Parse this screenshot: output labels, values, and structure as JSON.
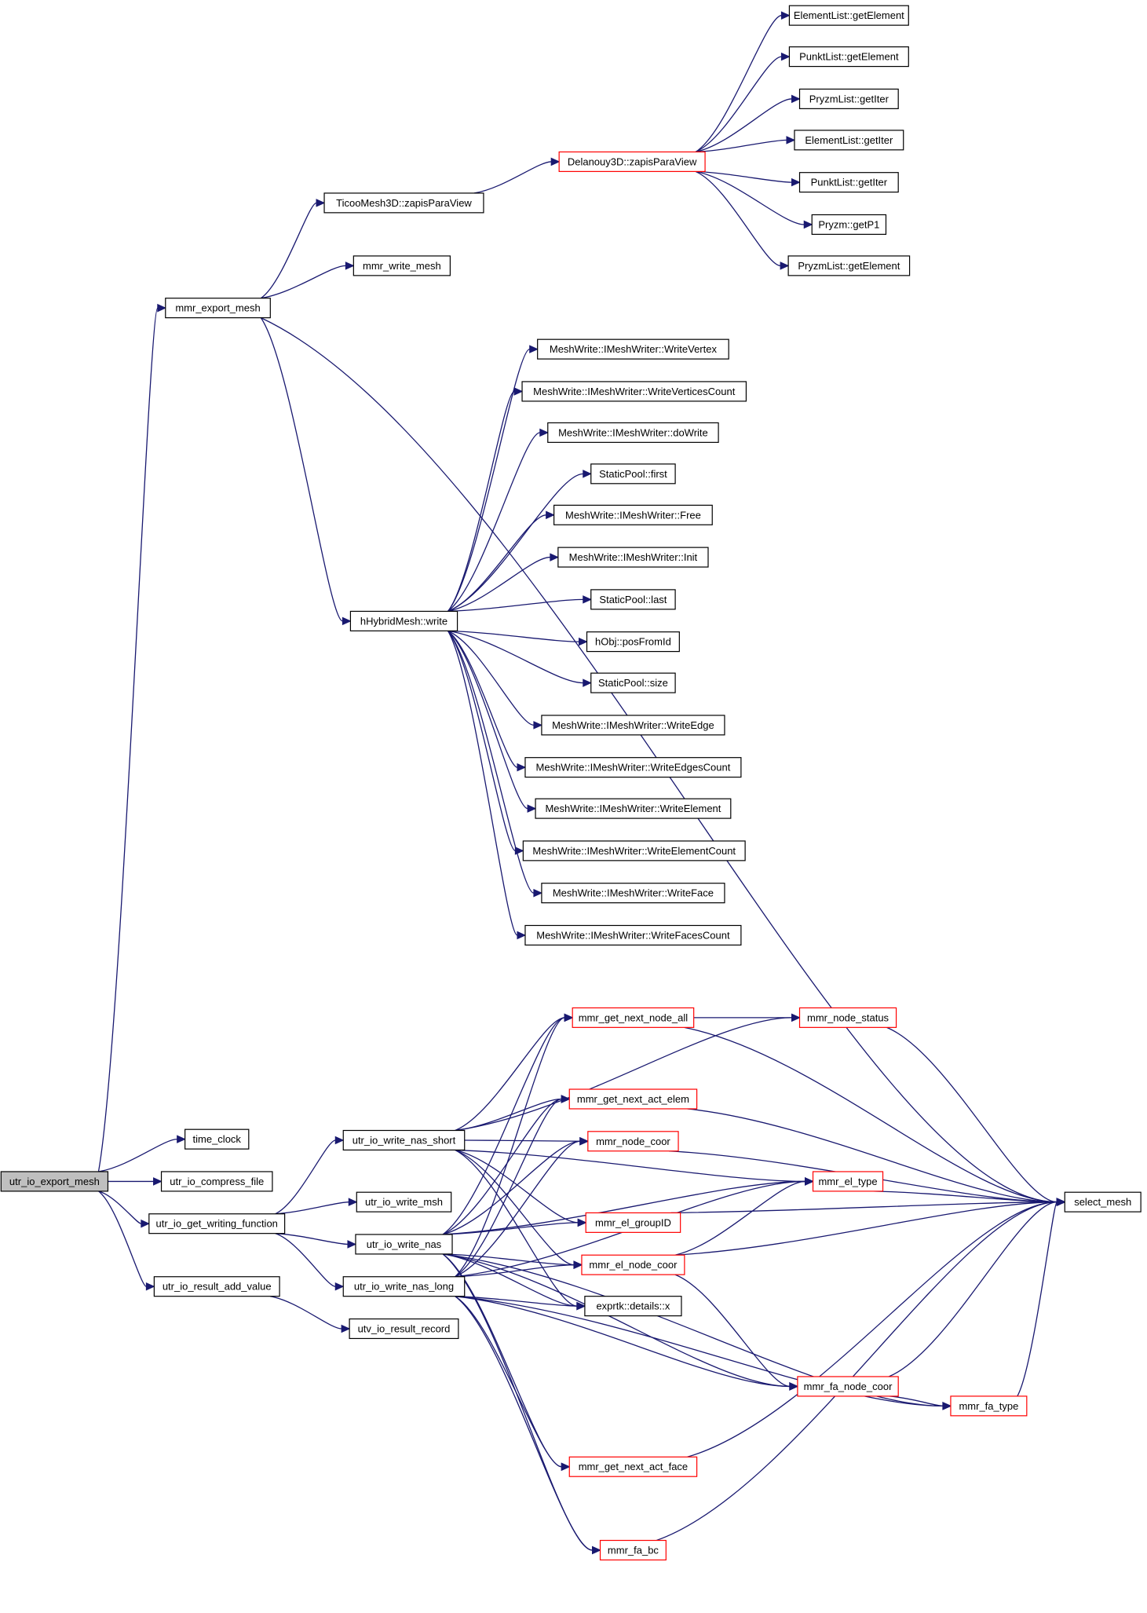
{
  "colors": {
    "edge": "#191970",
    "highlight_border": "#ff0000",
    "normal_border": "#000000",
    "root_fill": "#bfbfbf"
  },
  "nodes": [
    {
      "id": "root",
      "label": "utr_io_export_mesh",
      "style": "root"
    },
    {
      "id": "export_mesh",
      "label": "mmr_export_mesh",
      "style": "normal"
    },
    {
      "id": "ticoo",
      "label": "TicooMesh3D::zapisParaView",
      "style": "normal"
    },
    {
      "id": "delanouy",
      "label": "Delanouy3D::zapisParaView",
      "style": "red"
    },
    {
      "id": "el_getElement",
      "label": "ElementList::getElement",
      "style": "normal"
    },
    {
      "id": "pk_getElement",
      "label": "PunktList::getElement",
      "style": "normal"
    },
    {
      "id": "py_getIter",
      "label": "PryzmList::getIter",
      "style": "normal"
    },
    {
      "id": "el_getIter",
      "label": "ElementList::getIter",
      "style": "normal"
    },
    {
      "id": "pk_getIter",
      "label": "PunktList::getIter",
      "style": "normal"
    },
    {
      "id": "pryzm_getP1",
      "label": "Pryzm::getP1",
      "style": "normal"
    },
    {
      "id": "py_getElement",
      "label": "PryzmList::getElement",
      "style": "normal"
    },
    {
      "id": "write_mesh",
      "label": "mmr_write_mesh",
      "style": "normal"
    },
    {
      "id": "hybrid_write",
      "label": "hHybridMesh::write",
      "style": "normal"
    },
    {
      "id": "mw_vertex",
      "label": "MeshWrite::IMeshWriter::WriteVertex",
      "style": "normal"
    },
    {
      "id": "mw_vcount",
      "label": "MeshWrite::IMeshWriter::WriteVerticesCount",
      "style": "normal"
    },
    {
      "id": "mw_dowrite",
      "label": "MeshWrite::IMeshWriter::doWrite",
      "style": "normal"
    },
    {
      "id": "sp_first",
      "label": "StaticPool::first",
      "style": "normal"
    },
    {
      "id": "mw_free",
      "label": "MeshWrite::IMeshWriter::Free",
      "style": "normal"
    },
    {
      "id": "mw_init",
      "label": "MeshWrite::IMeshWriter::Init",
      "style": "normal"
    },
    {
      "id": "sp_last",
      "label": "StaticPool::last",
      "style": "normal"
    },
    {
      "id": "hobj_pos",
      "label": "hObj::posFromId",
      "style": "normal"
    },
    {
      "id": "sp_size",
      "label": "StaticPool::size",
      "style": "normal"
    },
    {
      "id": "mw_edge",
      "label": "MeshWrite::IMeshWriter::WriteEdge",
      "style": "normal"
    },
    {
      "id": "mw_ecount",
      "label": "MeshWrite::IMeshWriter::WriteEdgesCount",
      "style": "normal"
    },
    {
      "id": "mw_element",
      "label": "MeshWrite::IMeshWriter::WriteElement",
      "style": "normal"
    },
    {
      "id": "mw_elcount",
      "label": "MeshWrite::IMeshWriter::WriteElementCount",
      "style": "normal"
    },
    {
      "id": "mw_face",
      "label": "MeshWrite::IMeshWriter::WriteFace",
      "style": "normal"
    },
    {
      "id": "mw_fcount",
      "label": "MeshWrite::IMeshWriter::WriteFacesCount",
      "style": "normal"
    },
    {
      "id": "time_clock",
      "label": "time_clock",
      "style": "normal"
    },
    {
      "id": "compress",
      "label": "utr_io_compress_file",
      "style": "normal"
    },
    {
      "id": "get_wf",
      "label": "utr_io_get_writing_function",
      "style": "normal"
    },
    {
      "id": "result_add",
      "label": "utr_io_result_add_value",
      "style": "normal"
    },
    {
      "id": "nas_short",
      "label": "utr_io_write_nas_short",
      "style": "normal"
    },
    {
      "id": "write_msh",
      "label": "utr_io_write_msh",
      "style": "normal"
    },
    {
      "id": "write_nas",
      "label": "utr_io_write_nas",
      "style": "normal"
    },
    {
      "id": "nas_long",
      "label": "utr_io_write_nas_long",
      "style": "normal"
    },
    {
      "id": "result_record",
      "label": "utv_io_result_record",
      "style": "normal"
    },
    {
      "id": "next_node_all",
      "label": "mmr_get_next_node_all",
      "style": "red"
    },
    {
      "id": "node_status",
      "label": "mmr_node_status",
      "style": "red"
    },
    {
      "id": "next_act_elem",
      "label": "mmr_get_next_act_elem",
      "style": "red"
    },
    {
      "id": "node_coor",
      "label": "mmr_node_coor",
      "style": "red"
    },
    {
      "id": "el_type",
      "label": "mmr_el_type",
      "style": "red"
    },
    {
      "id": "el_groupID",
      "label": "mmr_el_groupID",
      "style": "red"
    },
    {
      "id": "el_node_coor",
      "label": "mmr_el_node_coor",
      "style": "red"
    },
    {
      "id": "exprtk_x",
      "label": "exprtk::details::x",
      "style": "normal"
    },
    {
      "id": "select_mesh",
      "label": "select_mesh",
      "style": "normal"
    },
    {
      "id": "fa_node_coor",
      "label": "mmr_fa_node_coor",
      "style": "red"
    },
    {
      "id": "fa_type",
      "label": "mmr_fa_type",
      "style": "red"
    },
    {
      "id": "next_act_face",
      "label": "mmr_get_next_act_face",
      "style": "red"
    },
    {
      "id": "fa_bc",
      "label": "mmr_fa_bc",
      "style": "red"
    }
  ],
  "edges": [
    [
      "root",
      "export_mesh"
    ],
    [
      "root",
      "time_clock"
    ],
    [
      "root",
      "compress"
    ],
    [
      "root",
      "get_wf"
    ],
    [
      "root",
      "result_add"
    ],
    [
      "export_mesh",
      "ticoo"
    ],
    [
      "export_mesh",
      "write_mesh"
    ],
    [
      "export_mesh",
      "hybrid_write"
    ],
    [
      "export_mesh",
      "select_mesh"
    ],
    [
      "ticoo",
      "delanouy"
    ],
    [
      "delanouy",
      "el_getElement"
    ],
    [
      "delanouy",
      "pk_getElement"
    ],
    [
      "delanouy",
      "py_getIter"
    ],
    [
      "delanouy",
      "el_getIter"
    ],
    [
      "delanouy",
      "pk_getIter"
    ],
    [
      "delanouy",
      "pryzm_getP1"
    ],
    [
      "delanouy",
      "py_getElement"
    ],
    [
      "hybrid_write",
      "mw_vertex"
    ],
    [
      "hybrid_write",
      "mw_vcount"
    ],
    [
      "hybrid_write",
      "mw_dowrite"
    ],
    [
      "hybrid_write",
      "sp_first"
    ],
    [
      "hybrid_write",
      "mw_free"
    ],
    [
      "hybrid_write",
      "mw_init"
    ],
    [
      "hybrid_write",
      "sp_last"
    ],
    [
      "hybrid_write",
      "hobj_pos"
    ],
    [
      "hybrid_write",
      "sp_size"
    ],
    [
      "hybrid_write",
      "mw_edge"
    ],
    [
      "hybrid_write",
      "mw_ecount"
    ],
    [
      "hybrid_write",
      "mw_element"
    ],
    [
      "hybrid_write",
      "mw_elcount"
    ],
    [
      "hybrid_write",
      "mw_face"
    ],
    [
      "hybrid_write",
      "mw_fcount"
    ],
    [
      "get_wf",
      "nas_short"
    ],
    [
      "get_wf",
      "write_msh"
    ],
    [
      "get_wf",
      "write_nas"
    ],
    [
      "get_wf",
      "nas_long"
    ],
    [
      "result_add",
      "result_record"
    ],
    [
      "nas_short",
      "node_status"
    ],
    [
      "nas_short",
      "next_node_all"
    ],
    [
      "nas_short",
      "el_type"
    ],
    [
      "nas_short",
      "next_act_elem"
    ],
    [
      "nas_short",
      "node_coor"
    ],
    [
      "nas_short",
      "el_groupID"
    ],
    [
      "nas_short",
      "el_node_coor"
    ],
    [
      "nas_short",
      "exprtk_x"
    ],
    [
      "write_nas",
      "next_node_all"
    ],
    [
      "write_nas",
      "next_act_elem"
    ],
    [
      "write_nas",
      "node_coor"
    ],
    [
      "write_nas",
      "el_type"
    ],
    [
      "write_nas",
      "el_groupID"
    ],
    [
      "write_nas",
      "el_node_coor"
    ],
    [
      "write_nas",
      "exprtk_x"
    ],
    [
      "write_nas",
      "fa_node_coor"
    ],
    [
      "write_nas",
      "fa_type"
    ],
    [
      "write_nas",
      "next_act_face"
    ],
    [
      "write_nas",
      "fa_bc"
    ],
    [
      "nas_long",
      "next_node_all"
    ],
    [
      "nas_long",
      "next_act_elem"
    ],
    [
      "nas_long",
      "node_coor"
    ],
    [
      "nas_long",
      "el_type"
    ],
    [
      "nas_long",
      "el_node_coor"
    ],
    [
      "nas_long",
      "exprtk_x"
    ],
    [
      "nas_long",
      "next_act_face"
    ],
    [
      "nas_long",
      "fa_bc"
    ],
    [
      "nas_long",
      "fa_node_coor"
    ],
    [
      "nas_long",
      "fa_type"
    ],
    [
      "next_node_all",
      "node_status"
    ],
    [
      "next_node_all",
      "select_mesh"
    ],
    [
      "node_status",
      "select_mesh"
    ],
    [
      "next_act_elem",
      "select_mesh"
    ],
    [
      "node_coor",
      "select_mesh"
    ],
    [
      "el_type",
      "select_mesh"
    ],
    [
      "el_groupID",
      "select_mesh"
    ],
    [
      "el_node_coor",
      "el_type"
    ],
    [
      "el_node_coor",
      "select_mesh"
    ],
    [
      "el_node_coor",
      "fa_node_coor"
    ],
    [
      "fa_node_coor",
      "fa_type"
    ],
    [
      "fa_node_coor",
      "select_mesh"
    ],
    [
      "fa_type",
      "select_mesh"
    ],
    [
      "next_act_face",
      "select_mesh"
    ],
    [
      "fa_bc",
      "select_mesh"
    ]
  ]
}
